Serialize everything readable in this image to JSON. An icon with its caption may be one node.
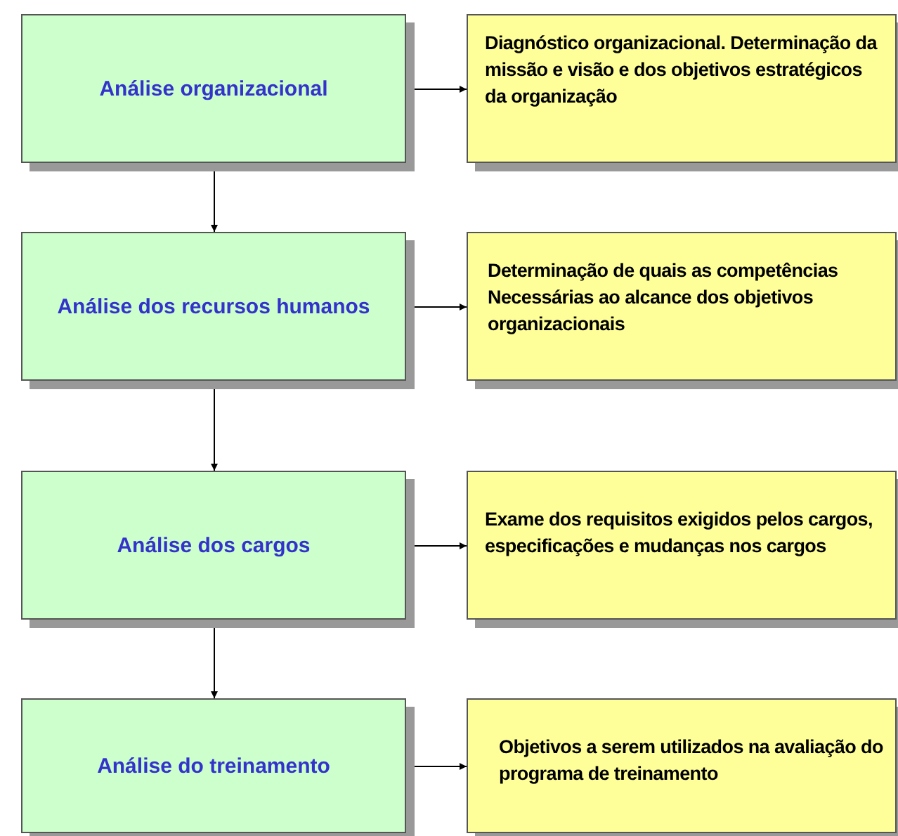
{
  "diagram": {
    "nodes": [
      {
        "text": [
          "Análise organizacional"
        ]
      },
      {
        "text": [
          "Diagnóstico organizacional. Determinação da missão e visão e dos objetivos estratégicos da organização"
        ]
      },
      {
        "text": [
          "Análise dos recursos humanos"
        ]
      },
      {
        "text": [
          "Determinação de quais as competências Necessárias ao alcance dos objetivos organizacionais"
        ]
      },
      {
        "text": [
          "Análise dos cargos"
        ]
      },
      {
        "text": [
          "Exame dos requisitos exigidos pelos cargos, especificações e mudanças nos cargos"
        ]
      },
      {
        "text": [
          "Análise do treinamento"
        ]
      },
      {
        "text": [
          "Objetivos a serem utilizados na avaliação do programa de treinamento"
        ]
      }
    ],
    "edges": [
      {
        "from": 0,
        "to": 1,
        "arrow": "to"
      },
      {
        "from": 0,
        "to": 2,
        "arrow": "to"
      },
      {
        "from": 2,
        "to": 3,
        "arrow": "to"
      },
      {
        "from": 2,
        "to": 4,
        "arrow": "to"
      },
      {
        "from": 4,
        "to": 5,
        "arrow": "to"
      },
      {
        "from": 4,
        "to": 6,
        "arrow": "to"
      },
      {
        "from": 6,
        "to": 7,
        "arrow": "to"
      }
    ]
  }
}
